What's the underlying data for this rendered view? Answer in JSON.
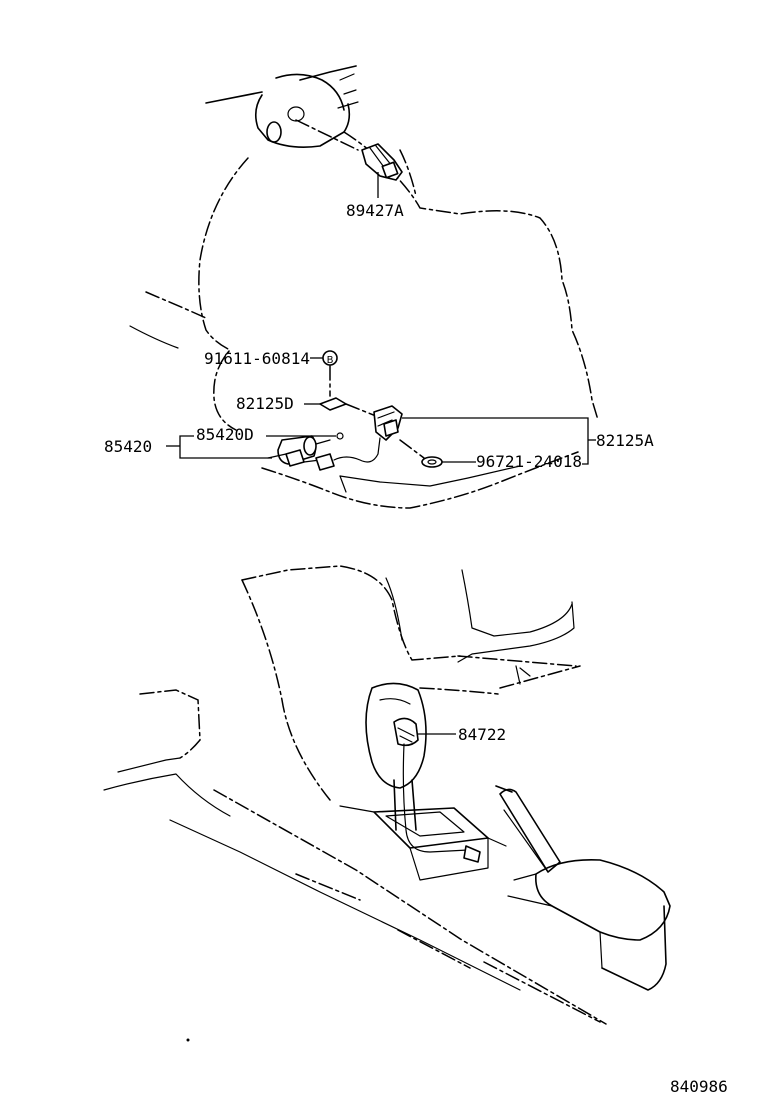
{
  "parts": {
    "p89427A": "89427A",
    "p91611": "91611-60814",
    "bolt_mark": "B",
    "p82125D": "82125D",
    "p85420D": "85420D",
    "p85420": "85420",
    "p82125A": "82125A",
    "p96721": "96721-24018",
    "p84722": "84722"
  },
  "figure_code": "840986"
}
